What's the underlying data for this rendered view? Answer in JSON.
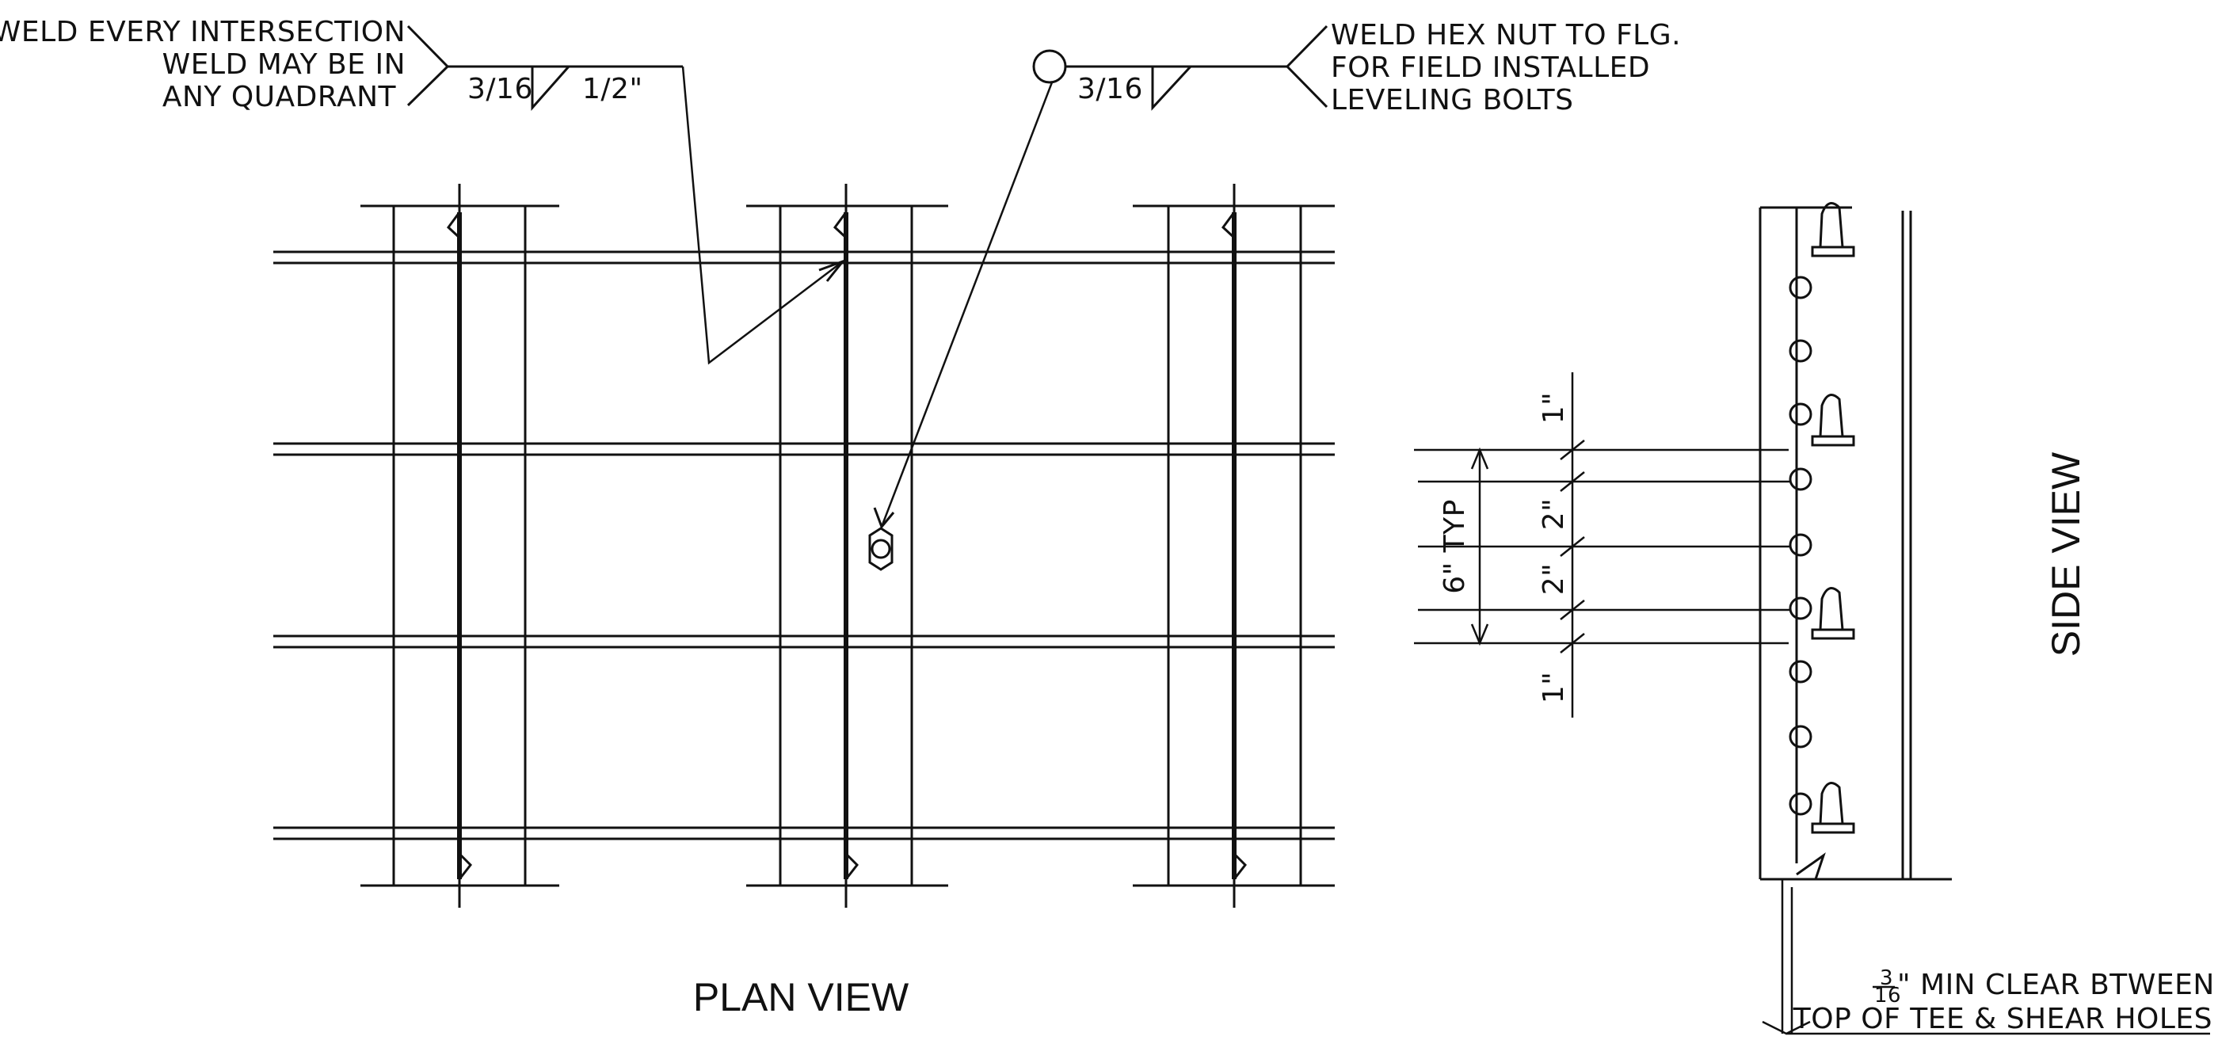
{
  "notes": {
    "weld_left": [
      "WELD EVERY INTERSECTION",
      "WELD MAY BE IN",
      "ANY QUADRANT"
    ],
    "weld_left_size": "3/16",
    "weld_left_length": "1/2\"",
    "weld_right": [
      "WELD HEX NUT TO FLG.",
      "FOR FIELD INSTALLED",
      "LEVELING BOLTS"
    ],
    "weld_right_size": "3/16",
    "clearance_line1": "\" MIN CLEAR BTWEEN",
    "clearance_line2": "TOP OF TEE & SHEAR HOLES",
    "clearance_fraction": [
      "3",
      "16"
    ]
  },
  "views": {
    "plan": "PLAN VIEW",
    "side": "SIDE VIEW"
  },
  "dimensions": {
    "typ": "6\" TYP",
    "d1_top": "1\"",
    "d2_a": "2\"",
    "d2_b": "2\"",
    "d1_bot": "1\""
  },
  "colors": {
    "ink": "#111111",
    "paper": "#ffffff"
  }
}
